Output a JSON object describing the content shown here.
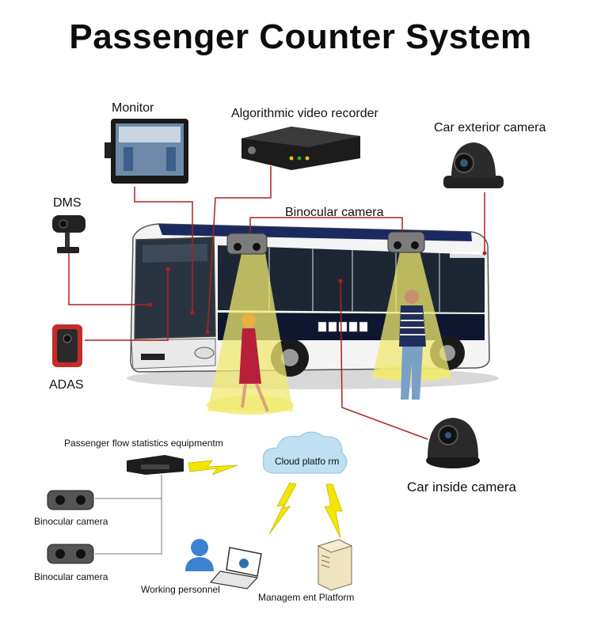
{
  "title": "Passenger Counter System",
  "labels": {
    "monitor": "Monitor",
    "recorder": "Algorithmic video recorder",
    "exterior_camera": "Car exterior camera",
    "dms": "DMS",
    "binocular_top": "Binocular camera",
    "adas": "ADAS",
    "inside_camera": "Car inside camera",
    "flow_equipment": "Passenger flow statistics equipmentm",
    "cloud": "Cloud platfo rm",
    "binocular_1": "Binocular camera",
    "binocular_2": "Binocular camera",
    "working_personnel": "Working personnel",
    "management_platform": "Managem ent Platform"
  },
  "colors": {
    "link_line": "#b02020",
    "lightning": "#f2e600",
    "cloud": "#bfe0f2",
    "bus_body": "#f4f4f4",
    "bus_stripe": "#1b2a5e",
    "light_cone": "#f0ea70"
  }
}
